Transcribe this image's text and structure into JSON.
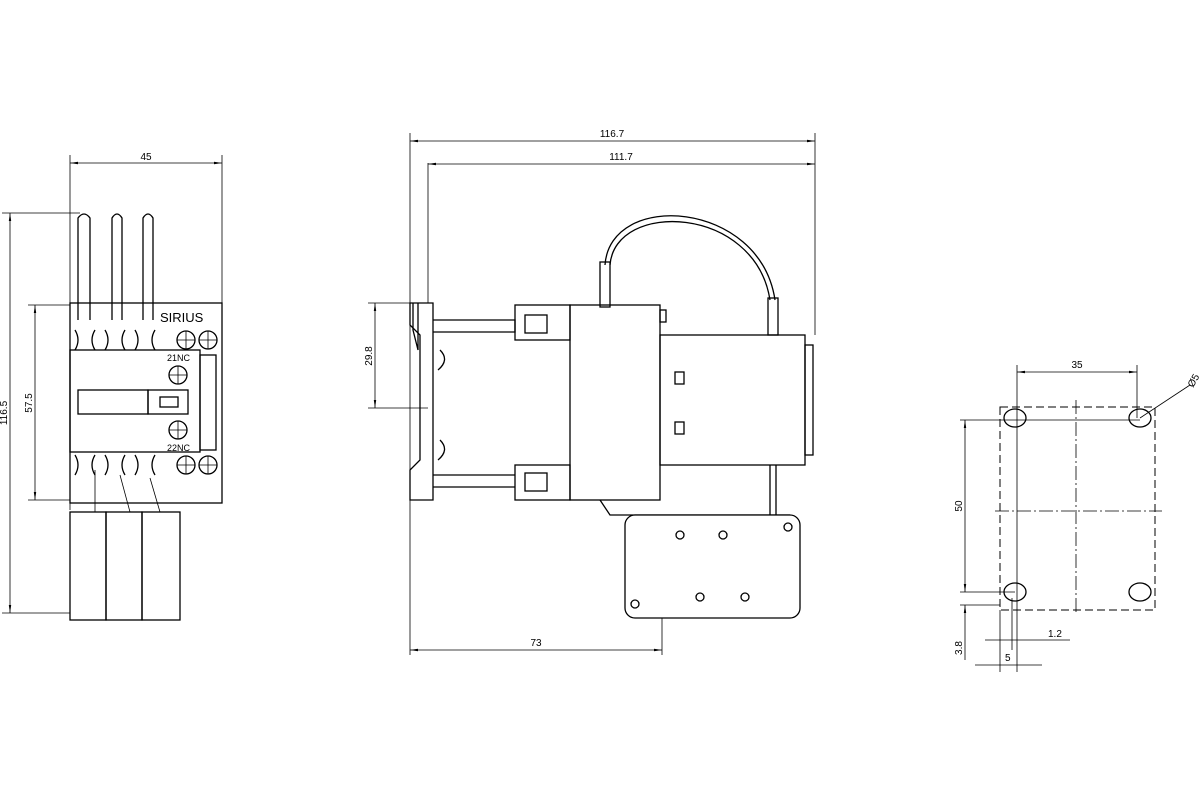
{
  "views": {
    "front": {
      "dimensions": {
        "width": "45",
        "total_height": "116.5",
        "body_height": "57.5"
      },
      "labels": {
        "brand": "SIRIUS",
        "contact_top": "21NC",
        "contact_bottom": "22NC"
      }
    },
    "side": {
      "dimensions": {
        "overall_depth": "116.7",
        "depth": "111.7",
        "rail_height": "29.8",
        "base_depth": "73"
      }
    },
    "mounting": {
      "dimensions": {
        "hole_spacing_horizontal": "35",
        "hole_spacing_vertical": "50",
        "hole_diameter": "Ø5",
        "offset_vertical": "3.8",
        "offset_horizontal": "5",
        "slot": "1.2"
      }
    }
  }
}
